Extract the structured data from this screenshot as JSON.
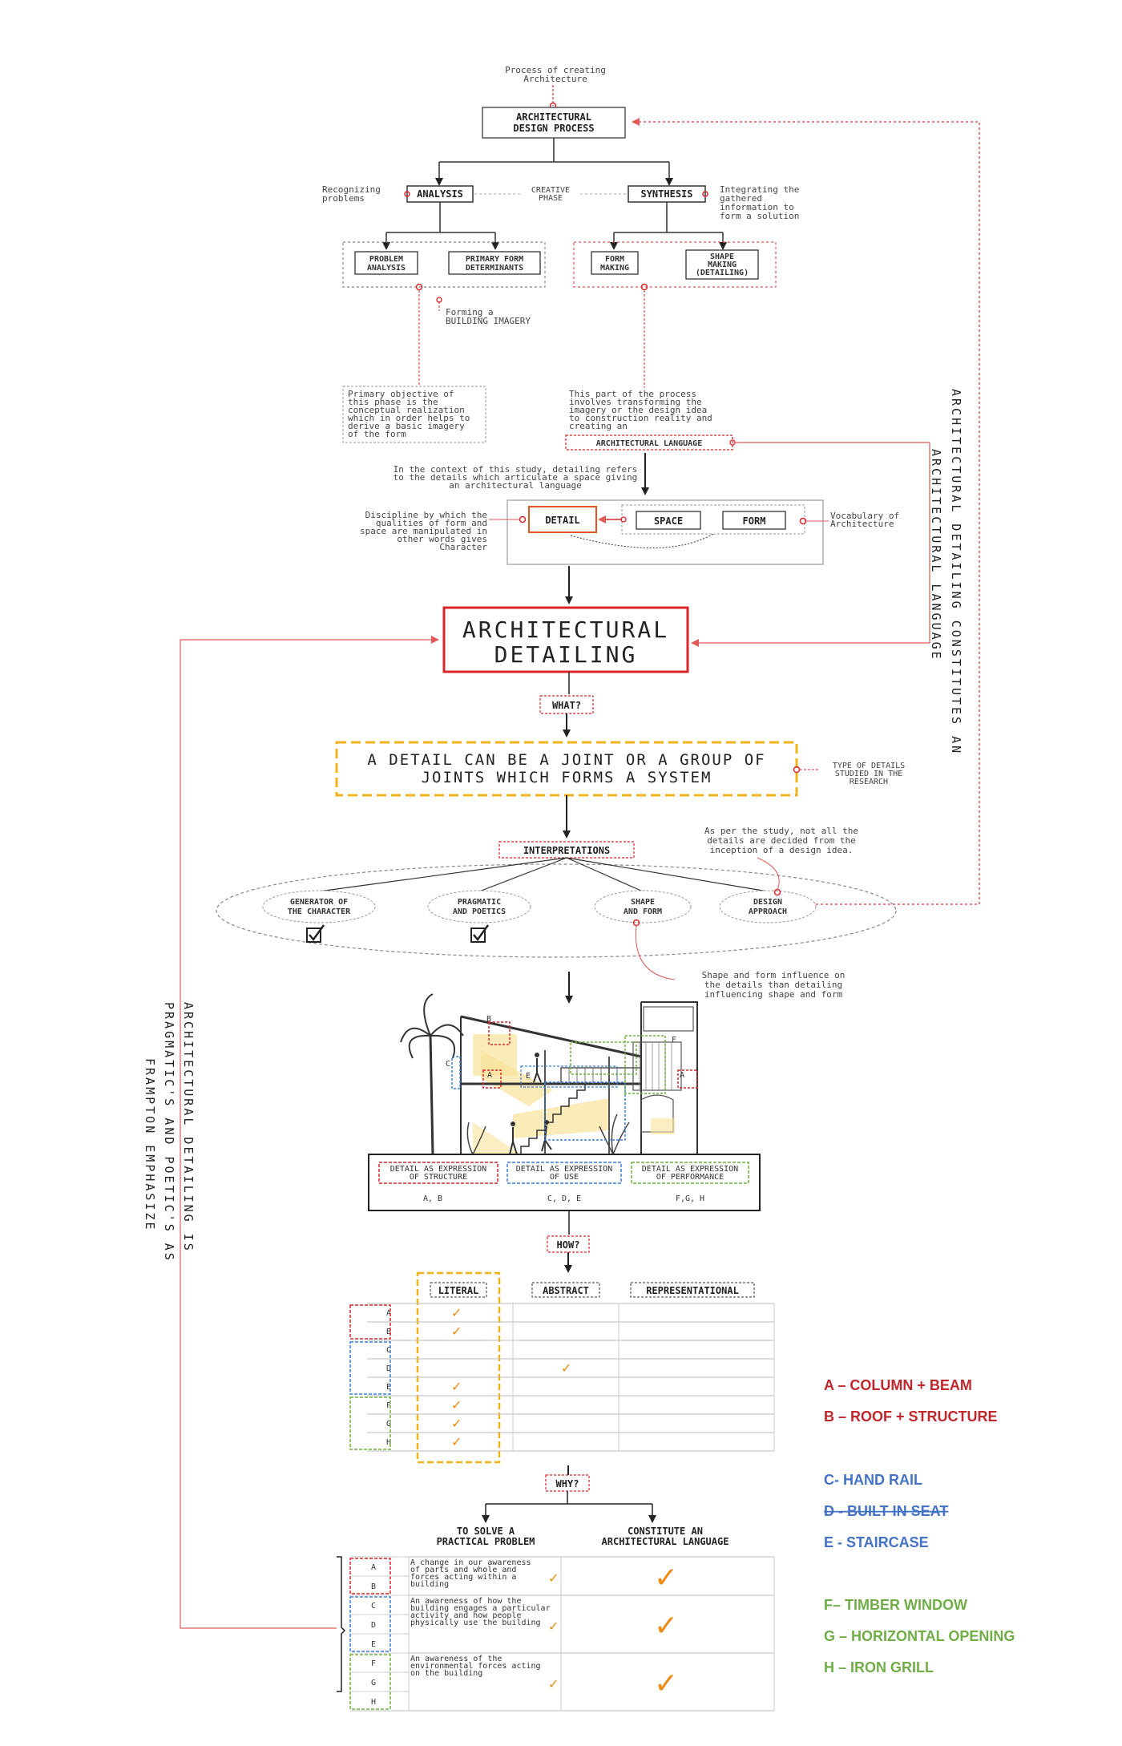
{
  "top_note": [
    "Process of creating",
    "Architecture"
  ],
  "design_process": [
    "ARCHITECTURAL",
    "DESIGN PROCESS"
  ],
  "analysis": "ANALYSIS",
  "synthesis": "SYNTHESIS",
  "creative_phase": [
    "CREATIVE",
    "PHASE"
  ],
  "recognizing": [
    "Recognizing",
    "problems"
  ],
  "integrating": [
    "Integrating the",
    "gathered",
    "information to",
    "form a solution"
  ],
  "problem_analysis": [
    "PROBLEM",
    "ANALYSIS"
  ],
  "primary_form": [
    "PRIMARY FORM",
    "DETERMINANTS"
  ],
  "form_making": [
    "FORM",
    "MAKING"
  ],
  "shape_making": [
    "SHAPE",
    "MAKING",
    "(DETAILING)"
  ],
  "forming_imagery": [
    "Forming a",
    "BUILDING IMAGERY"
  ],
  "primary_objective": [
    "Primary objective of",
    "this phase is the",
    "conceptual realization",
    "which in order helps to",
    "derive a basic imagery",
    "of the form"
  ],
  "this_part": [
    "This part of the process",
    "involves transforming the",
    "imagery or the design idea",
    "to construction reality and",
    "creating an"
  ],
  "arch_language_box": "ARCHITECTURAL LANGUAGE",
  "context_note": [
    "In the context of this study, detailing refers",
    "to the details which articulate a space giving",
    "an architectural language"
  ],
  "discipline_note": [
    "Discipline by which the",
    "qualities of form and",
    "space are manipulated in",
    "other words gives",
    "Character"
  ],
  "detail": "DETAIL",
  "space": "SPACE",
  "form": "FORM",
  "vocabulary": [
    "Vocabulary of",
    "Architecture"
  ],
  "vertical_right": [
    "ARCHITECTURAL DETAILING CONSTITUTES AN",
    "ARCHITECTURAL LANGUAGE"
  ],
  "main_title": [
    "ARCHITECTURAL",
    "DETAILING"
  ],
  "what": "WHAT?",
  "definition": [
    "A DETAIL CAN BE A JOINT OR A GROUP OF",
    "JOINTS WHICH FORMS A SYSTEM"
  ],
  "type_details": [
    "TYPE OF DETAILS",
    "STUDIED IN THE",
    "RESEARCH"
  ],
  "interpretations": "INTERPRETATIONS",
  "as_per": [
    "As per the study, not all the",
    "details are decided from the",
    "inception of a design idea."
  ],
  "interp_items": [
    [
      "GENERATOR OF",
      "THE CHARACTER"
    ],
    [
      "PRAGMATIC",
      "AND POETICS"
    ],
    [
      "SHAPE",
      "AND FORM"
    ],
    [
      "DESIGN",
      "APPROACH"
    ]
  ],
  "shape_note": [
    "Shape and form influence on",
    "the details than detailing",
    "influencing shape and form"
  ],
  "sketch_labels": [
    "A",
    "B",
    "C",
    "E",
    "F",
    "A"
  ],
  "expressions": [
    {
      "label": [
        "DETAIL AS EXPRESSION",
        "OF STRUCTURE"
      ],
      "items": "A, B",
      "color": "#d9262a"
    },
    {
      "label": [
        "DETAIL AS EXPRESSION",
        "OF USE"
      ],
      "items": "C, D, E",
      "color": "#3b7dd8"
    },
    {
      "label": [
        "DETAIL AS EXPRESSION",
        "OF PERFORMANCE"
      ],
      "items": "F,G, H",
      "color": "#6db33f"
    }
  ],
  "how": "HOW?",
  "how_columns": [
    "LITERAL",
    "ABSTRACT",
    "REPRESENTATIONAL"
  ],
  "rows": [
    "A",
    "B",
    "C",
    "D",
    "E",
    "F",
    "G",
    "H"
  ],
  "literal_checks": [
    true,
    true,
    false,
    false,
    true,
    true,
    true,
    true
  ],
  "abstract_checks": [
    false,
    false,
    false,
    true,
    false,
    false,
    false,
    false
  ],
  "why": "WHY?",
  "why_columns": [
    [
      "TO SOLVE A",
      "PRACTICAL PROBLEM"
    ],
    [
      "CONSTITUTE AN",
      "ARCHITECTURAL LANGUAGE"
    ]
  ],
  "why_rows": [
    {
      "letters": [
        "A",
        "B"
      ],
      "text": [
        "A change in our awareness",
        "of parts and whole and",
        "forces acting within a",
        "building"
      ],
      "color": "#d9262a"
    },
    {
      "letters": [
        "C",
        "D",
        "E"
      ],
      "text": [
        "An awareness of how the",
        "building engages a particular",
        "activity and how people",
        "physically use the building"
      ],
      "color": "#3b7dd8"
    },
    {
      "letters": [
        "F",
        "G",
        "H"
      ],
      "text": [
        "An awareness of the",
        "environmental forces acting",
        "on the building"
      ],
      "color": "#6db33f"
    }
  ],
  "vertical_left": [
    "ARCHITECTURAL DETAILING IS",
    "PRAGMATIC'S AND POETIC'S AS",
    "FRAMPTON EMPHASIZE"
  ],
  "legend": [
    {
      "text": "A – COLUMN + BEAM",
      "color": "#c0272d",
      "strike": false
    },
    {
      "text": "B – ROOF + STRUCTURE",
      "color": "#c0272d",
      "strike": false
    },
    {
      "text": "C- HAND RAIL",
      "color": "#4472c4",
      "strike": false
    },
    {
      "text": "D - BUILT IN SEAT",
      "color": "#4472c4",
      "strike": true
    },
    {
      "text": "E - STAIRCASE",
      "color": "#4472c4",
      "strike": false
    },
    {
      "text": "F– TIMBER WINDOW",
      "color": "#70ad47",
      "strike": false
    },
    {
      "text": "G – HORIZONTAL OPENING",
      "color": "#70ad47",
      "strike": false
    },
    {
      "text": "H – IRON GRILL",
      "color": "#70ad47",
      "strike": false
    }
  ]
}
